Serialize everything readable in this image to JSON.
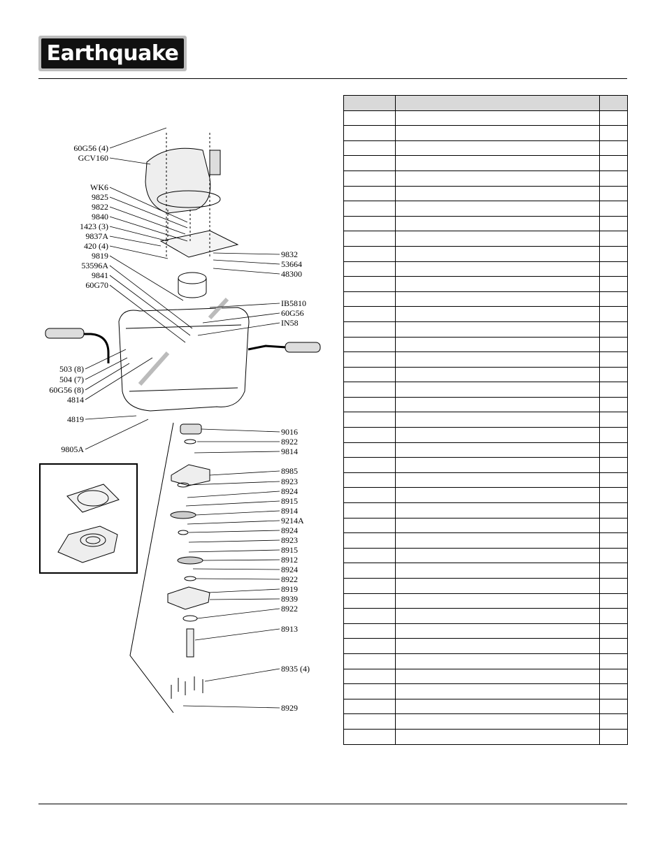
{
  "header": {
    "logo_text": "Earthquake"
  },
  "callouts_left": [
    "60G56 (4)",
    "GCV160",
    "WK6",
    "9825",
    "9822",
    "9840",
    "1423 (3)",
    "9837A",
    "420 (4)",
    "9819",
    "53596A",
    "9841",
    "60G70",
    "503 (8)",
    "504 (7)",
    "60G56 (8)",
    "4814",
    "4819",
    "9805A"
  ],
  "callouts_right": [
    "9832",
    "53664",
    "48300",
    "IB5810",
    "60G56",
    "IN58",
    "9016",
    "8922",
    "9814",
    "8985",
    "8923",
    "8924",
    "8915",
    "8914",
    "9214A",
    "8924",
    "8923",
    "8915",
    "8912",
    "8924",
    "8922",
    "8919",
    "8939",
    "8922",
    "8913",
    "8935 (4)",
    "8929"
  ],
  "parts_table": {
    "header": [
      "",
      "",
      ""
    ],
    "row_count": 42
  }
}
